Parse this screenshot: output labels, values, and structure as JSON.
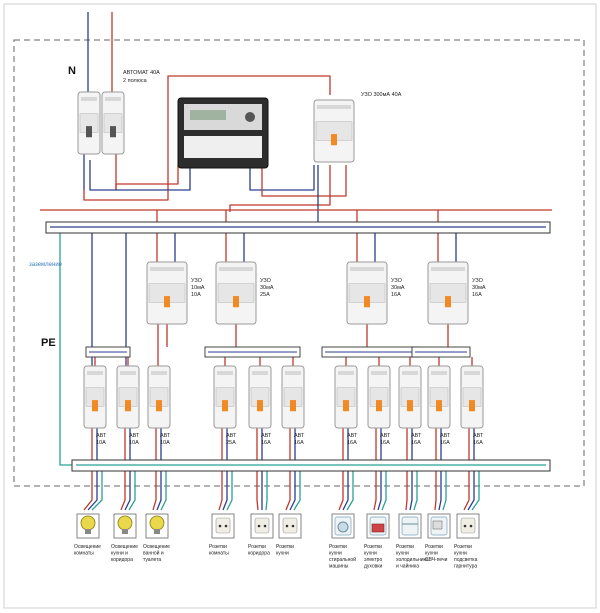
{
  "labels": {
    "n": "N",
    "pe": "PE",
    "grounding": "заземление",
    "main_breaker": [
      "АВТОМАТ 40А",
      "2 полюса"
    ],
    "main_rcd": "УЗО 300мА 40А"
  },
  "rcds": [
    {
      "lines": [
        "УЗО",
        "10мА",
        "10А"
      ]
    },
    {
      "lines": [
        "УЗО",
        "30мА",
        "25А"
      ]
    },
    {
      "lines": [
        "УЗО",
        "30мА",
        "16А"
      ]
    },
    {
      "lines": [
        "УЗО",
        "30мА",
        "16А"
      ]
    }
  ],
  "breakers": [
    {
      "lines": [
        "АВТ",
        "10А"
      ]
    },
    {
      "lines": [
        "АВТ",
        "10А"
      ]
    },
    {
      "lines": [
        "АВТ",
        "10А"
      ]
    },
    {
      "lines": [
        "АВТ",
        "25А"
      ]
    },
    {
      "lines": [
        "АВТ",
        "16А"
      ]
    },
    {
      "lines": [
        "АВТ",
        "16А"
      ]
    },
    {
      "lines": [
        "АВТ",
        "16А"
      ]
    },
    {
      "lines": [
        "АВТ",
        "16А"
      ]
    },
    {
      "lines": [
        "АВТ",
        "16А"
      ]
    },
    {
      "lines": [
        "АВТ",
        "16А"
      ]
    },
    {
      "lines": [
        "АВТ",
        "16А"
      ]
    }
  ],
  "loads": [
    {
      "icon": "lamp-icon",
      "lines": [
        "Освещение",
        "комнаты"
      ]
    },
    {
      "icon": "lamp-icon",
      "lines": [
        "Освещение",
        "кухни и",
        "коридора"
      ]
    },
    {
      "icon": "lamp-icon",
      "lines": [
        "Освещение",
        "ванной и",
        "туалета"
      ]
    },
    {
      "icon": "socket-icon",
      "lines": [
        "Розетки",
        "комнаты"
      ]
    },
    {
      "icon": "socket-icon",
      "lines": [
        "Розетки",
        "коридора"
      ]
    },
    {
      "icon": "socket-icon",
      "lines": [
        "Розетки",
        "кухни"
      ]
    },
    {
      "icon": "washer-icon",
      "lines": [
        "Розетки",
        "кухни",
        "стиральной",
        "машины"
      ]
    },
    {
      "icon": "oven-icon",
      "lines": [
        "Розетки",
        "кухни",
        "электро",
        "духовки"
      ]
    },
    {
      "icon": "fridge-icon",
      "lines": [
        "Розетки",
        "кухни",
        "холодильника",
        "и чайника"
      ]
    },
    {
      "icon": "microwave-icon",
      "lines": [
        "Розетки",
        "кухни",
        "СВЧ-печи"
      ]
    },
    {
      "icon": "socket-icon",
      "lines": [
        "Розетки",
        "кухни",
        "подсветка",
        "гарнитура"
      ]
    }
  ],
  "colors": {
    "phase": "#c0392b",
    "neutral": "#2c3e8f",
    "earth": "#2aa198",
    "bus": "#333333",
    "frame": "#555555",
    "lamp": "#e9d84a",
    "label_grounding": "#3a7fc1"
  }
}
